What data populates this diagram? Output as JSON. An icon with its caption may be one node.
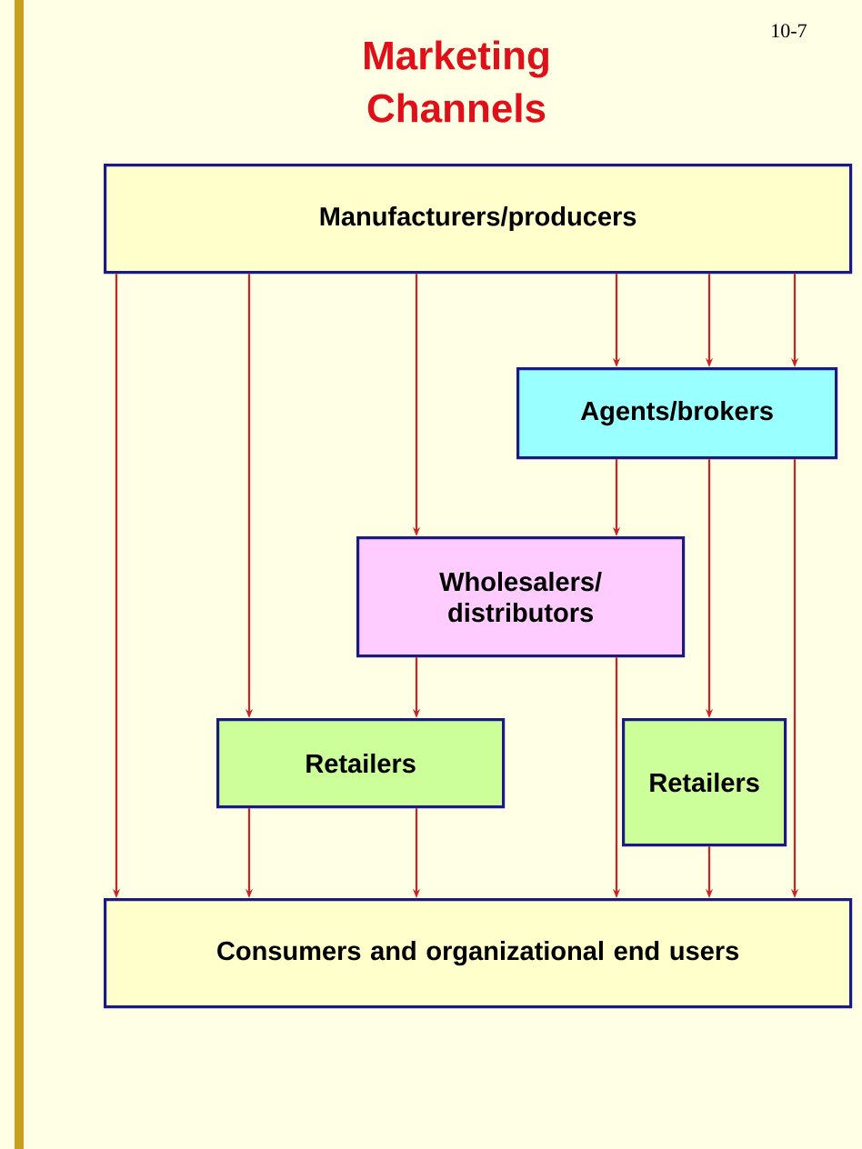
{
  "diagram": {
    "title": "Marketing Channels",
    "nodes": [
      {
        "text": [
          "Manufacturers/producers"
        ]
      },
      {
        "text": [
          "Agents/brokers"
        ]
      },
      {
        "text": [
          "Wholesalers/ distributors"
        ]
      },
      {
        "text": [
          "Retailers"
        ]
      },
      {
        "text": [
          "Retailers"
        ]
      },
      {
        "text": [
          "Consumers and organizational end users"
        ]
      }
    ],
    "edges": [
      {
        "from": 0,
        "to": 5,
        "arrow": "to"
      },
      {
        "from": 0,
        "to": 3,
        "arrow": "to"
      },
      {
        "from": 3,
        "to": 5,
        "arrow": "to"
      },
      {
        "from": 0,
        "to": 2,
        "arrow": "to"
      },
      {
        "from": 2,
        "to": 3,
        "arrow": "to"
      },
      {
        "from": 3,
        "to": 5,
        "arrow": "to"
      },
      {
        "from": 0,
        "to": 1,
        "arrow": "to"
      },
      {
        "from": 1,
        "to": 2,
        "arrow": "to"
      },
      {
        "from": 2,
        "to": 5,
        "arrow": "to"
      },
      {
        "from": 0,
        "to": 1,
        "arrow": "to"
      },
      {
        "from": 1,
        "to": 4,
        "arrow": "to"
      },
      {
        "from": 4,
        "to": 5,
        "arrow": "to"
      },
      {
        "from": 0,
        "to": 1,
        "arrow": "to"
      },
      {
        "from": 1,
        "to": 5,
        "arrow": "to"
      }
    ],
    "labels": [
      "10-7"
    ]
  }
}
